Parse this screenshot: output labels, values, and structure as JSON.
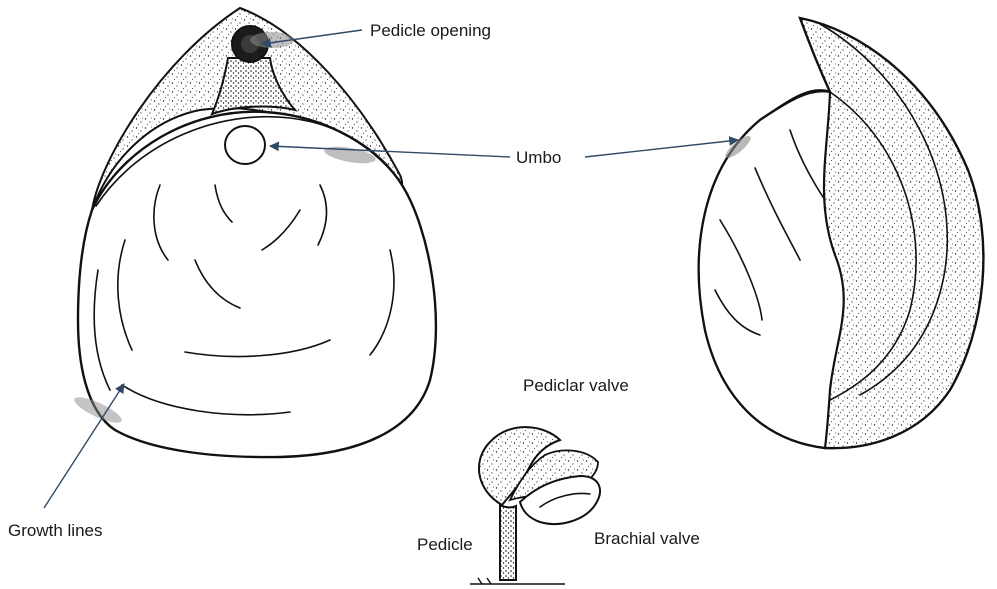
{
  "diagram": {
    "labels": {
      "pedicle_opening": "Pedicle opening",
      "umbo": "Umbo",
      "growth_lines": "Growth lines",
      "pediclar_valve": "Pediclar valve",
      "brachial_valve": "Brachial valve",
      "pedicle": "Pedicle"
    },
    "colors": {
      "ink": "#111111",
      "arrow": "#2f4a66",
      "label_text": "#1a1a1a",
      "background": "#ffffff"
    }
  }
}
